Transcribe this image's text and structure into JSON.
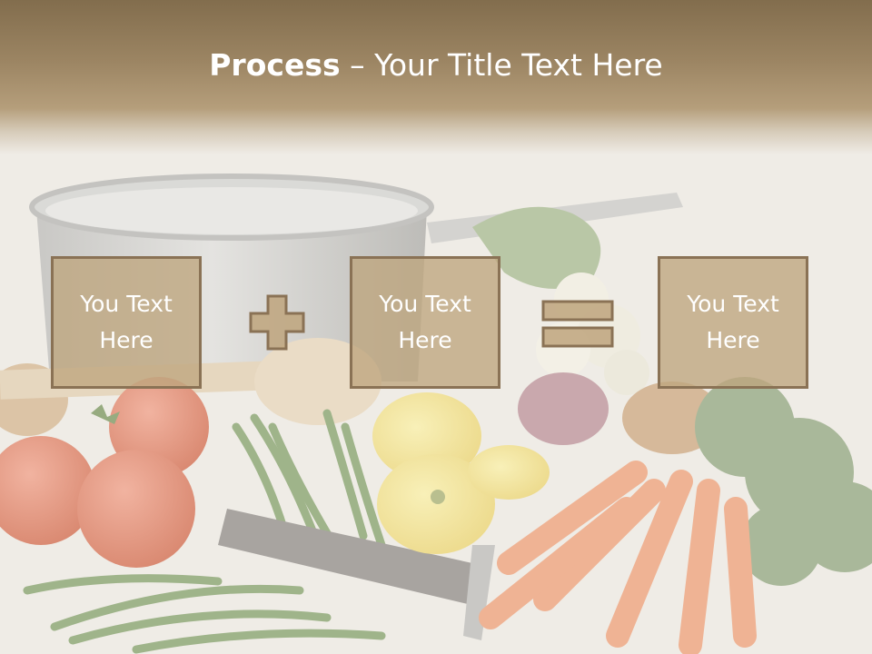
{
  "title": {
    "bold": "Process",
    "rest": " – Your Title Text Here"
  },
  "boxes": [
    {
      "text": "You Text Here"
    },
    {
      "text": "You Text Here"
    },
    {
      "text": "You Text Here"
    }
  ],
  "operators": [
    "plus",
    "equals"
  ],
  "colors": {
    "header": "#9c8563",
    "box_fill": "#c3a77f",
    "box_border": "#8a7255",
    "operator": "#c3a77f",
    "text": "#ffffff"
  }
}
